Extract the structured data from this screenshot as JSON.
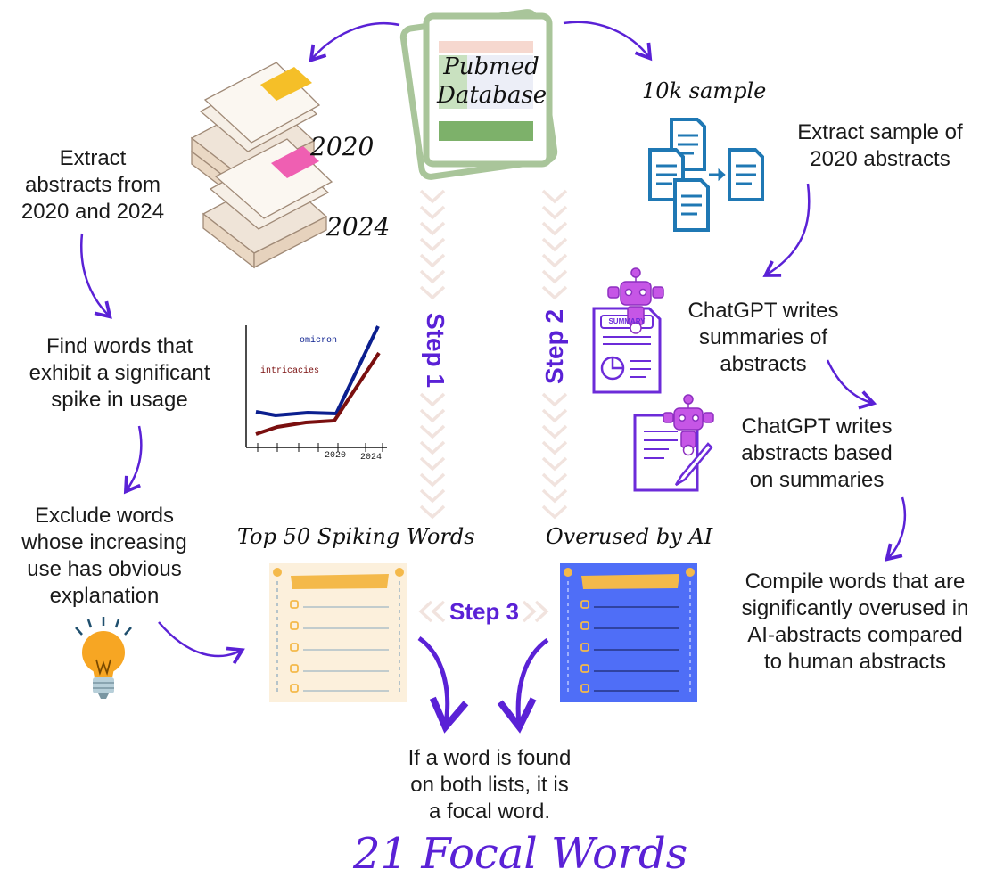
{
  "source": {
    "label_line1": "Pubmed",
    "label_line2": "Database"
  },
  "left": {
    "year_2020": "2020",
    "year_2024": "2024",
    "extract_lines": [
      "Extract",
      "abstracts from",
      "2020 and 2024"
    ],
    "find_lines": [
      "Find words that",
      "exhibit a significant",
      "spike in usage"
    ],
    "exclude_lines": [
      "Exclude words",
      "whose increasing",
      "use has obvious",
      "explanation"
    ],
    "list_title": "Top 50 Spiking Words"
  },
  "chart_data": {
    "type": "line",
    "x_ticks": [
      "2020",
      "2024"
    ],
    "series": [
      {
        "name": "omicron",
        "color": "#0b1f8f"
      },
      {
        "name": "intricacies",
        "color": "#7a0f0f"
      }
    ]
  },
  "steps": {
    "step1": "Step 1",
    "step2": "Step 2",
    "step3": "Step 3"
  },
  "right": {
    "sample_label": "10k sample",
    "extract_lines": [
      "Extract sample of",
      "2020 abstracts"
    ],
    "summary_badge": "SUMMARY",
    "summaries_lines": [
      "ChatGPT writes",
      "summaries of",
      "abstracts"
    ],
    "abstracts_lines": [
      "ChatGPT writes",
      "abstracts based",
      "on summaries"
    ],
    "compile_lines": [
      "Compile words that are",
      "significantly overused in",
      "AI-abstracts compared",
      "to human abstracts"
    ],
    "list_title": "Overused by AI"
  },
  "bottom": {
    "rule_lines": [
      "If a word is found",
      "on both lists, it is",
      "a focal word."
    ],
    "result": "21 Focal Words"
  },
  "colors": {
    "accent": "#5a21d6",
    "chevron": "#f1e3de",
    "green": "#7db16a",
    "blue": "#4f6ef7",
    "cream": "#fcf0dc",
    "robot": "#c656e6",
    "doc_blue": "#1f78b4"
  }
}
